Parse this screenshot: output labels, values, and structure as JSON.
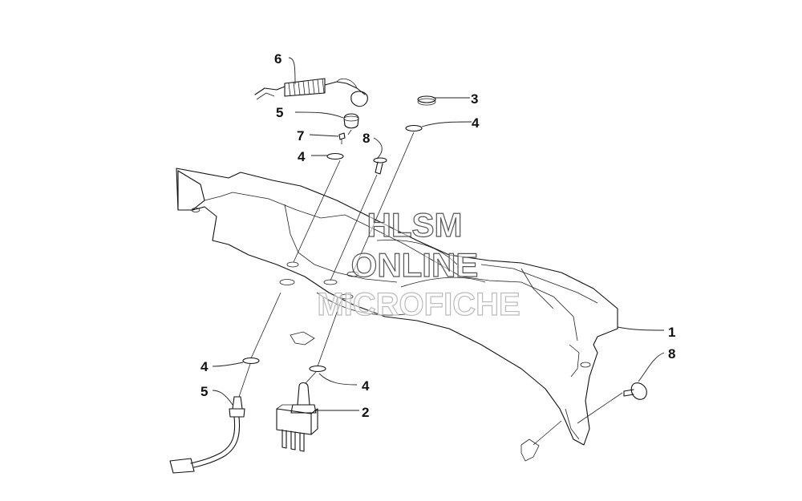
{
  "watermark": {
    "line1": "HLSM",
    "line2": "ONLINE",
    "line3": "MICROFICHE"
  },
  "callouts": [
    {
      "id": "c1",
      "label": "1"
    },
    {
      "id": "c2",
      "label": "2"
    },
    {
      "id": "c3",
      "label": "3"
    },
    {
      "id": "c4a",
      "label": "4"
    },
    {
      "id": "c4b",
      "label": "4"
    },
    {
      "id": "c4c",
      "label": "4"
    },
    {
      "id": "c4d",
      "label": "4"
    },
    {
      "id": "c5a",
      "label": "5"
    },
    {
      "id": "c5b",
      "label": "5"
    },
    {
      "id": "c6",
      "label": "6"
    },
    {
      "id": "c7",
      "label": "7"
    },
    {
      "id": "c8a",
      "label": "8"
    },
    {
      "id": "c8b",
      "label": "8"
    }
  ]
}
